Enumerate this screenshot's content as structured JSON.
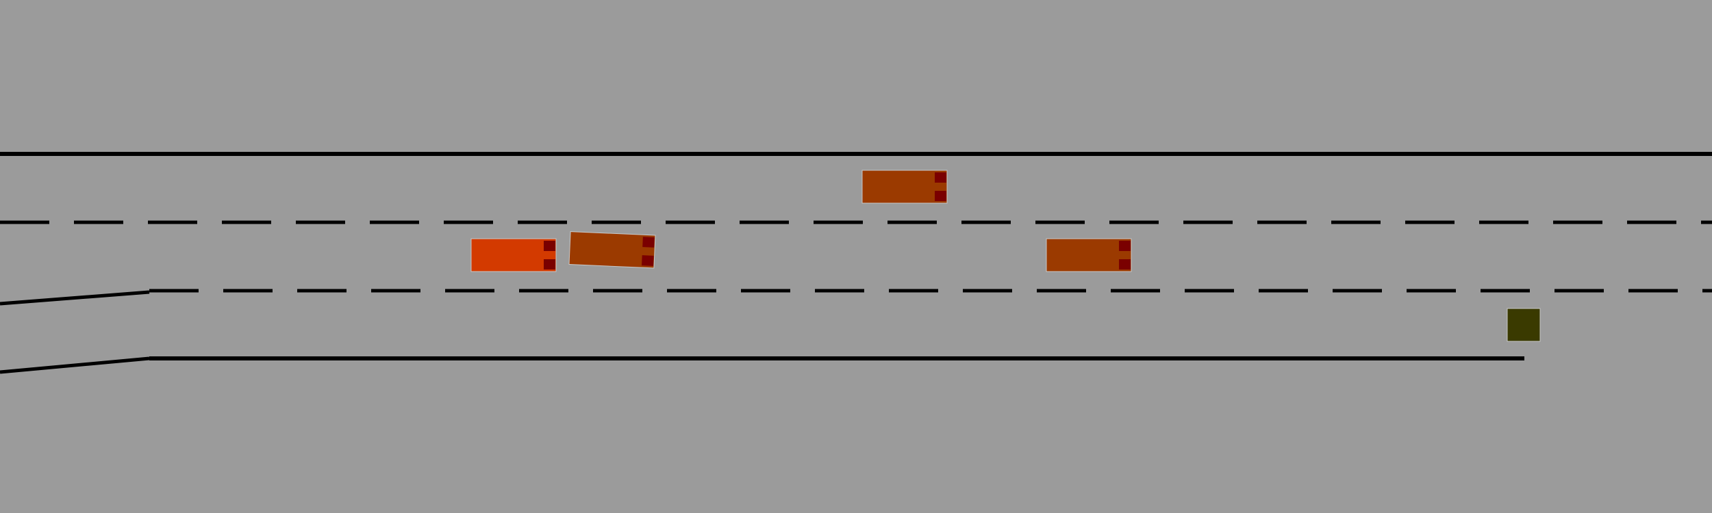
{
  "colors": {
    "background": "#9b9b9b",
    "road_marking": "#000000",
    "ego_vehicle": "#d33a00",
    "other_vehicle": "#9b3a00",
    "tail_light": "#7a0000",
    "vehicle_outline": "#c7c7c7",
    "obstacle": "#3a3a00"
  },
  "scene": {
    "lane_count": 3,
    "has_on_ramp": true,
    "vehicle_count": 4,
    "obstacle_count": 1
  }
}
